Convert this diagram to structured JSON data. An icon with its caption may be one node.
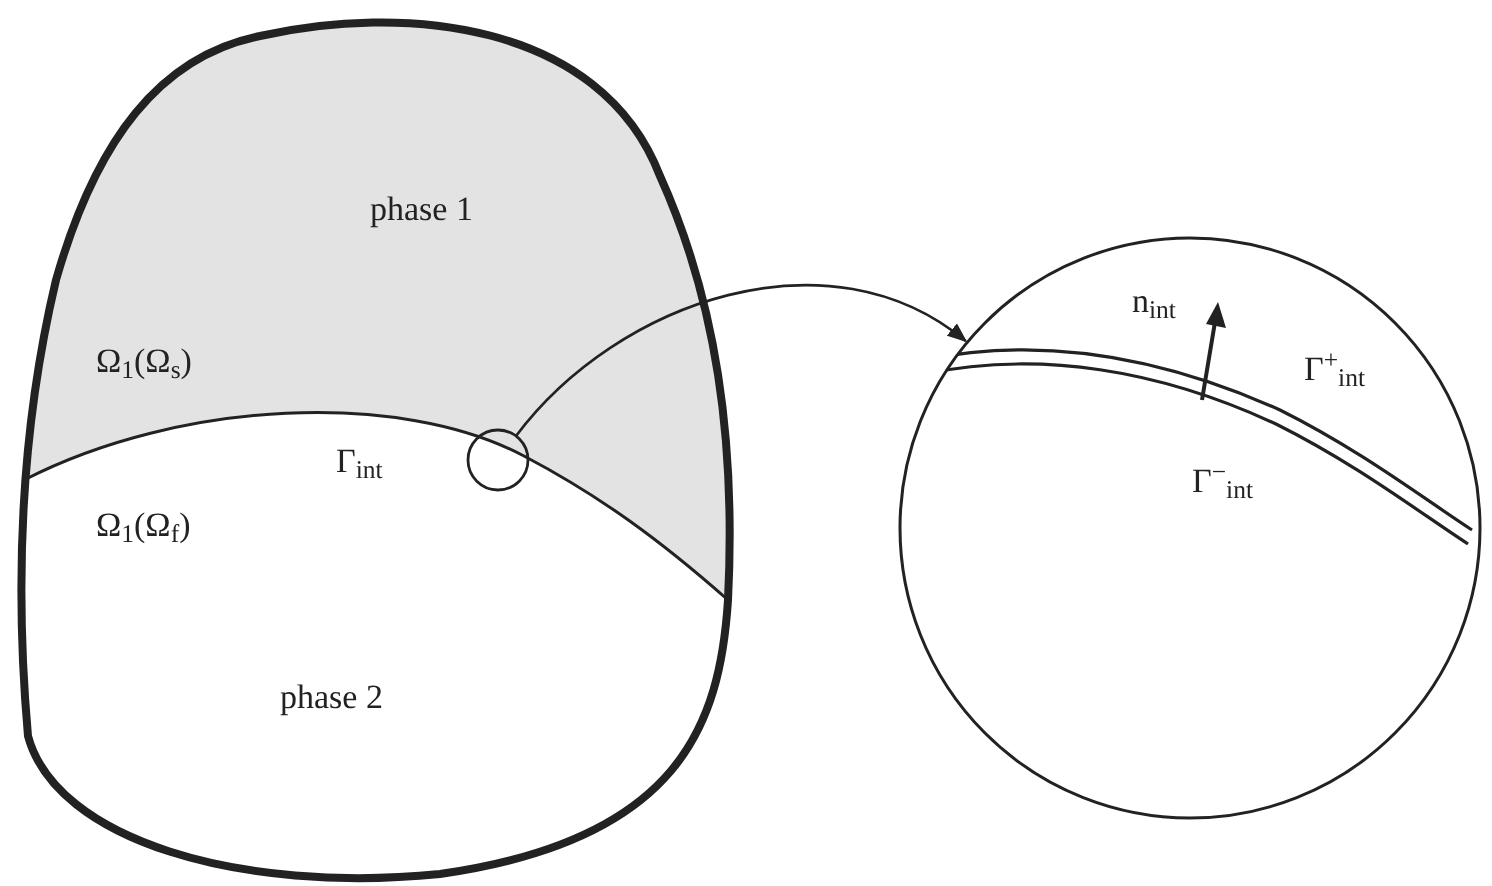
{
  "diagram": {
    "nodes": [
      {
        "text": [
          "phase 1",
          "Ω$_{1}$(Ω$_{s}$)",
          "Γ$_{int}$",
          "Ω$_{1}$(Ω$_{f}$)",
          "phase 2"
        ]
      },
      {
        "text": [],
        "shape": "circle",
        "in": 0
      },
      {
        "text": [
          "n$_{int}$",
          "Γ$^{+}$$_{int}$",
          "Γ$^{−}$$_{int}$"
        ]
      }
    ],
    "edges": [
      {
        "from": 1,
        "to": 2,
        "arrow": "to"
      }
    ]
  }
}
